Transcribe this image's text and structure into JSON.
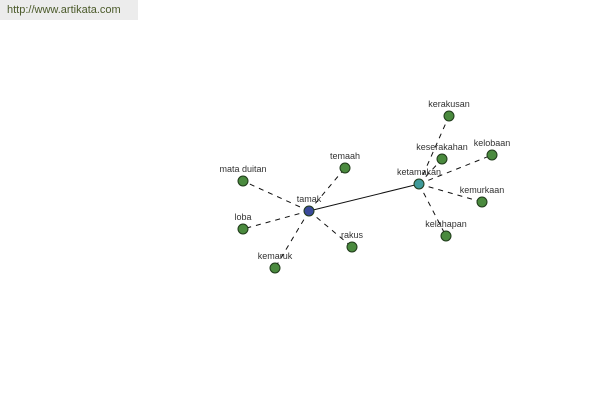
{
  "header": {
    "url": "http://www.artikata.com"
  },
  "graph": {
    "colors": {
      "root": "#3a4a9a",
      "hub": "#3f9a9a",
      "leaf": "#4a8a3e",
      "outline": "#1f3a1a"
    },
    "nodes": [
      {
        "id": "tamak",
        "label": "tamak",
        "type": "root"
      },
      {
        "id": "ketamakan",
        "label": "ketamakan",
        "type": "hub"
      },
      {
        "id": "temaah",
        "label": "temaah",
        "type": "leaf"
      },
      {
        "id": "mata_duitan",
        "label": "mata duitan",
        "type": "leaf"
      },
      {
        "id": "loba",
        "label": "loba",
        "type": "leaf"
      },
      {
        "id": "kemaruk",
        "label": "kemaruk",
        "type": "leaf"
      },
      {
        "id": "rakus",
        "label": "rakus",
        "type": "leaf"
      },
      {
        "id": "kerakusan",
        "label": "kerakusan",
        "type": "leaf"
      },
      {
        "id": "keserakahan",
        "label": "keserakahan",
        "type": "leaf"
      },
      {
        "id": "kelobaan",
        "label": "kelobaan",
        "type": "leaf"
      },
      {
        "id": "kemurkaan",
        "label": "kemurkaan",
        "type": "leaf"
      },
      {
        "id": "kelahapan",
        "label": "kelahapan",
        "type": "leaf"
      }
    ],
    "edges": [
      {
        "from": "tamak",
        "to": "ketamakan",
        "style": "solid"
      },
      {
        "from": "tamak",
        "to": "temaah",
        "style": "dashed"
      },
      {
        "from": "tamak",
        "to": "mata_duitan",
        "style": "dashed"
      },
      {
        "from": "tamak",
        "to": "loba",
        "style": "dashed"
      },
      {
        "from": "tamak",
        "to": "kemaruk",
        "style": "dashed"
      },
      {
        "from": "tamak",
        "to": "rakus",
        "style": "dashed"
      },
      {
        "from": "ketamakan",
        "to": "kerakusan",
        "style": "dashed"
      },
      {
        "from": "ketamakan",
        "to": "keserakahan",
        "style": "dashed"
      },
      {
        "from": "ketamakan",
        "to": "kelobaan",
        "style": "dashed"
      },
      {
        "from": "ketamakan",
        "to": "kemurkaan",
        "style": "dashed"
      },
      {
        "from": "ketamakan",
        "to": "kelahapan",
        "style": "dashed"
      }
    ]
  }
}
